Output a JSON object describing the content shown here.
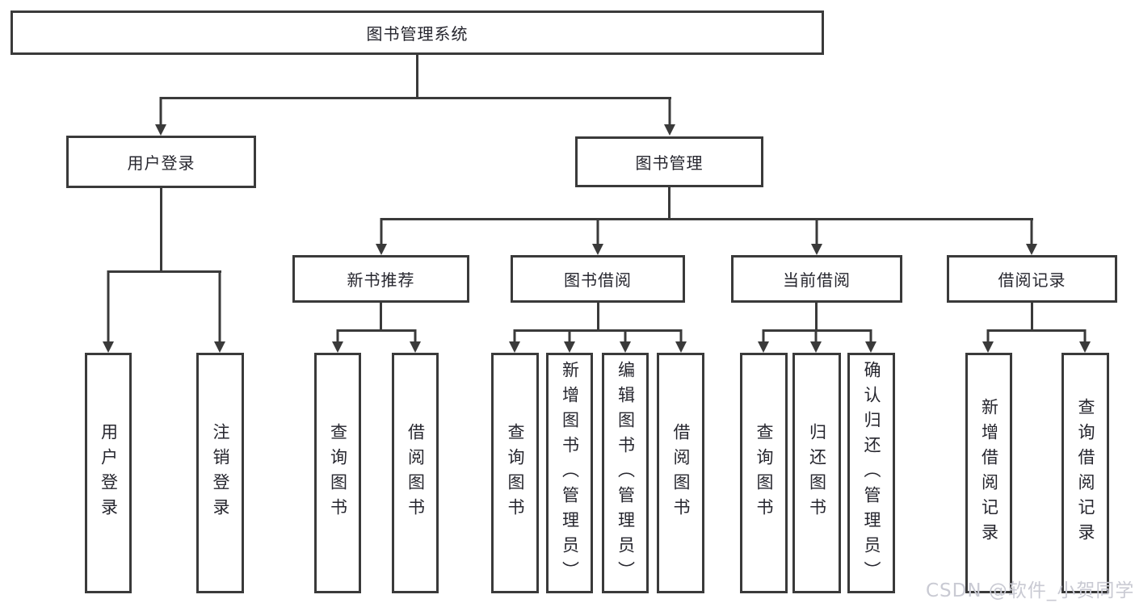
{
  "colors": {
    "line": "#3a3a3a",
    "text": "#26262e",
    "background": "#ffffff",
    "watermark": "#c9cad3"
  },
  "watermark": {
    "text": "CSDN @软件_小贺同学"
  },
  "tree": {
    "root": {
      "label": "图书管理系统",
      "children": [
        {
          "label": "用户登录",
          "children": [
            {
              "label": "用户登录"
            },
            {
              "label": "注销登录"
            }
          ]
        },
        {
          "label": "图书管理",
          "children": [
            {
              "label": "新书推荐",
              "children": [
                {
                  "label": "查询图书"
                },
                {
                  "label": "借阅图书"
                }
              ]
            },
            {
              "label": "图书借阅",
              "children": [
                {
                  "label": "查询图书"
                },
                {
                  "label": "新增图书（管理员）"
                },
                {
                  "label": "编辑图书（管理员）"
                },
                {
                  "label": "借阅图书"
                }
              ]
            },
            {
              "label": "当前借阅",
              "children": [
                {
                  "label": "查询图书"
                },
                {
                  "label": "归还图书"
                },
                {
                  "label": "确认归还（管理员）"
                }
              ]
            },
            {
              "label": "借阅记录",
              "children": [
                {
                  "label": "新增借阅记录"
                },
                {
                  "label": "查询借阅记录"
                }
              ]
            }
          ]
        }
      ]
    }
  }
}
